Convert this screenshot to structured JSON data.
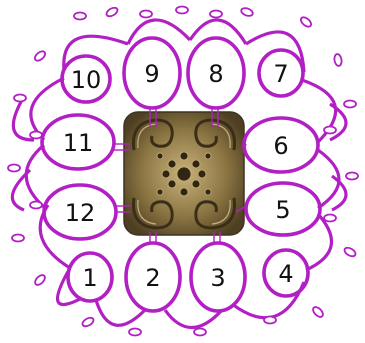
{
  "colors": {
    "thread": "#b21fc4",
    "background": "#ffffff",
    "label": "#111111",
    "connector_metal": "#8a7a4a"
  },
  "icons": {
    "center_piece": "ornate-bronze-square-connector-icon"
  },
  "rings": [
    {
      "label": "1"
    },
    {
      "label": "2"
    },
    {
      "label": "3"
    },
    {
      "label": "4"
    },
    {
      "label": "5"
    },
    {
      "label": "6"
    },
    {
      "label": "7"
    },
    {
      "label": "8"
    },
    {
      "label": "9"
    },
    {
      "label": "10"
    },
    {
      "label": "11"
    },
    {
      "label": "12"
    }
  ]
}
